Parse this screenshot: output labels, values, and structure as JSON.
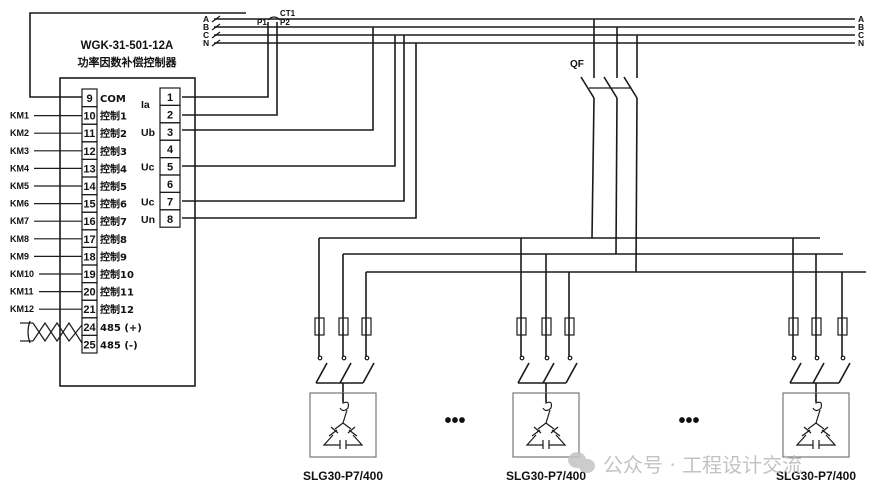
{
  "controller": {
    "model": "WGK-31-501-12A",
    "name": "功率因数补偿控制器",
    "left_terminals": [
      {
        "num": "9",
        "label": "COM",
        "ext": ""
      },
      {
        "num": "10",
        "label": "控制1",
        "ext": "KM1"
      },
      {
        "num": "11",
        "label": "控制2",
        "ext": "KM2"
      },
      {
        "num": "12",
        "label": "控制3",
        "ext": "KM3"
      },
      {
        "num": "13",
        "label": "控制4",
        "ext": "KM4"
      },
      {
        "num": "14",
        "label": "控制5",
        "ext": "KM5"
      },
      {
        "num": "15",
        "label": "控制6",
        "ext": "KM6"
      },
      {
        "num": "16",
        "label": "控制7",
        "ext": "KM7"
      },
      {
        "num": "17",
        "label": "控制8",
        "ext": "KM8"
      },
      {
        "num": "18",
        "label": "控制9",
        "ext": "KM9"
      },
      {
        "num": "19",
        "label": "控制10",
        "ext": "KM10"
      },
      {
        "num": "20",
        "label": "控制11",
        "ext": "KM11"
      },
      {
        "num": "21",
        "label": "控制12",
        "ext": "KM12"
      },
      {
        "num": "24",
        "label": "485 (+)",
        "ext": ""
      },
      {
        "num": "25",
        "label": "485 (-)",
        "ext": ""
      }
    ],
    "right_terminals": [
      {
        "num": "1",
        "signal": "Ia"
      },
      {
        "num": "2",
        "signal": ""
      },
      {
        "num": "3",
        "signal": "Ub"
      },
      {
        "num": "4",
        "signal": ""
      },
      {
        "num": "5",
        "signal": "Uc"
      },
      {
        "num": "6",
        "signal": ""
      },
      {
        "num": "7",
        "signal": "Uc"
      },
      {
        "num": "8",
        "signal": "Un"
      }
    ]
  },
  "bus": {
    "phases_left": [
      "A",
      "B",
      "C",
      "N"
    ],
    "phases_right": [
      "A",
      "B",
      "C",
      "N"
    ],
    "ct_label": "CT1",
    "ct_p1": "P1",
    "ct_p2": "P2"
  },
  "breaker": {
    "label": "QF"
  },
  "branches": [
    {
      "model": "SLG30-P7/400"
    },
    {
      "model": "SLG30-P7/400"
    },
    {
      "model": "SLG30-P7/400"
    }
  ],
  "ellipsis": "•••",
  "watermark": {
    "icon": "wechat-icon",
    "text": "公众号 · 工程设计交流"
  }
}
